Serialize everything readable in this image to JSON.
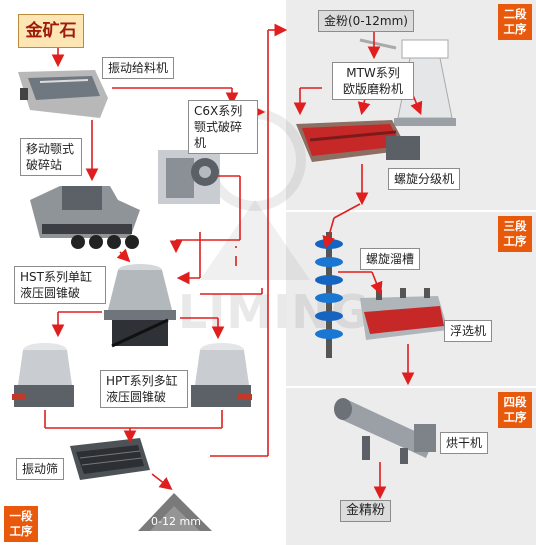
{
  "input": {
    "ore_label": "金矿石"
  },
  "machines": {
    "feeder": "振动给料机",
    "jaw_crusher": "C6X系列\n颚式破碎机",
    "mobile_station": "移动颚式\n破碎站",
    "hst_cone": "HST系列单缸\n液压圆锥破",
    "hpt_cone": "HPT系列多缸\n液压圆锥破",
    "screen": "振动筛",
    "mill": "MTW系列\n欧版磨粉机",
    "classifier": "螺旋分级机",
    "chute": "螺旋溜槽",
    "flotation": "浮选机",
    "dryer": "烘干机"
  },
  "products": {
    "powder": "金粉(0-12mm)",
    "pile": "0-12 mm",
    "concentrate": "金精粉"
  },
  "stages": {
    "stage1": "一段\n工序",
    "stage2": "二段\n工序",
    "stage3": "三段\n工序",
    "stage4": "四段\n工序"
  },
  "watermark": "LIMING",
  "colors": {
    "arrow": "#e01e1e",
    "stage_bg": "#e8590c",
    "panel_bg": "#ececec"
  }
}
